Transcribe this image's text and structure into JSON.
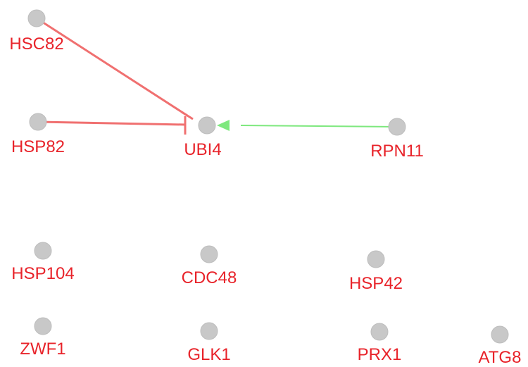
{
  "colors": {
    "node_fill": "#c8c8c8",
    "label": "#e8232a",
    "inhibition_edge": "#f07070",
    "activation_edge": "#7ee87e"
  },
  "nodes": [
    {
      "id": "HSC82",
      "label": "HSC82"
    },
    {
      "id": "HSP82",
      "label": "HSP82"
    },
    {
      "id": "UBI4",
      "label": "UBI4"
    },
    {
      "id": "RPN11",
      "label": "RPN11"
    },
    {
      "id": "HSP104",
      "label": "HSP104"
    },
    {
      "id": "CDC48",
      "label": "CDC48"
    },
    {
      "id": "HSP42",
      "label": "HSP42"
    },
    {
      "id": "ZWF1",
      "label": "ZWF1"
    },
    {
      "id": "GLK1",
      "label": "GLK1"
    },
    {
      "id": "PRX1",
      "label": "PRX1"
    },
    {
      "id": "ATG8",
      "label": "ATG8"
    }
  ],
  "edges": [
    {
      "source": "HSC82",
      "target": "UBI4",
      "type": "inhibition"
    },
    {
      "source": "HSP82",
      "target": "UBI4",
      "type": "inhibition"
    },
    {
      "source": "RPN11",
      "target": "UBI4",
      "type": "activation"
    }
  ]
}
